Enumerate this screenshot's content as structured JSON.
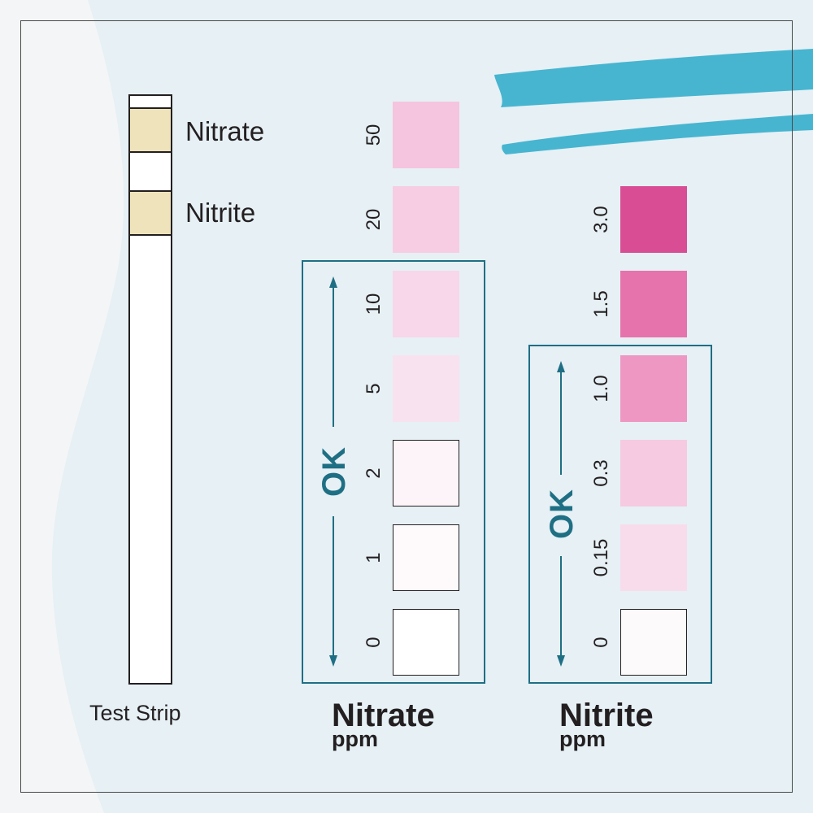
{
  "strip": {
    "caption": "Test Strip",
    "pads": [
      {
        "label": "Nitrate",
        "color": "#eee3bb"
      },
      {
        "label": "Nitrite",
        "color": "#eee3bb"
      }
    ]
  },
  "nitrate": {
    "title": "Nitrate",
    "unit": "ppm",
    "ok_label": "OK",
    "scale": [
      {
        "value": "50",
        "color": "#f5c4de"
      },
      {
        "value": "20",
        "color": "#f6cde3"
      },
      {
        "value": "10",
        "color": "#f7d7e9"
      },
      {
        "value": "5",
        "color": "#f9e2ef"
      },
      {
        "value": "2",
        "color": "#fdf4f9"
      },
      {
        "value": "1",
        "color": "#fefafc"
      },
      {
        "value": "0",
        "color": "#ffffff"
      }
    ]
  },
  "nitrite": {
    "title": "Nitrite",
    "unit": "ppm",
    "ok_label": "OK",
    "scale": [
      {
        "value": "3.0",
        "color": "#d94d95"
      },
      {
        "value": "1.5",
        "color": "#e673ac"
      },
      {
        "value": "1.0",
        "color": "#ee97c3"
      },
      {
        "value": "0.3",
        "color": "#f6cae1"
      },
      {
        "value": "0.15",
        "color": "#f8dcec"
      },
      {
        "value": "0",
        "color": "#fdfafb"
      }
    ]
  },
  "colors": {
    "accent_teal": "#1f6f84",
    "brush_stroke": "#3ab0cc",
    "panel_background": "#e6f0f5",
    "ink": "#231f20"
  }
}
